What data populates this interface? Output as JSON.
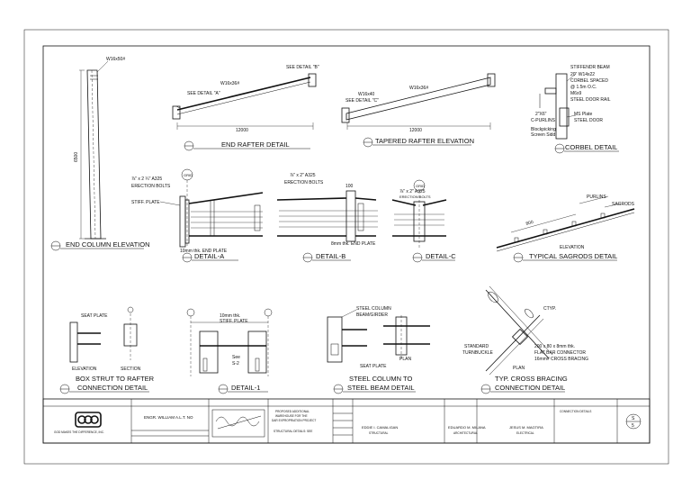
{
  "sheet": {
    "details": {
      "end_column_elevation": {
        "title": "END COLUMN ELEVATION",
        "member": "W16x50#",
        "height": "6500"
      },
      "end_rafter_detail": {
        "title": "END RAFTER DETAIL",
        "member": "W16x36#",
        "span": "12000",
        "ref_a": "SEE DETAIL \"A\"",
        "ref_b": "SEE DETAIL \"B\""
      },
      "tapered_rafter": {
        "title": "TAPERED RAFTER ELEVATION",
        "member": "W16x36#",
        "member2": "W16x40",
        "span": "12000",
        "ref_c": "SEE DETAIL \"C\""
      },
      "corbel_detail": {
        "title": "CORBEL DETAIL",
        "notes": [
          "STIFFENDR BEAM",
          "20\" W14x22",
          "CORBEL SPACED",
          "@ 1.5m O.C.",
          "M6x9",
          "STEEL DOOR RAIL",
          "2\"X6\"",
          "C-PURLINS",
          "MS Plate",
          "STEEL DOOR",
          "Blockpicking",
          "Screen Sidd"
        ]
      },
      "detail_a": {
        "title": "DETAIL-A",
        "bolts": "⅞\" x 2 ¼\" A325",
        "bolts2": "ERECTION BOLTS",
        "stiff": "STIFF. PLATE",
        "plate": "10mm thk. END PLATE",
        "grid": "GRID"
      },
      "detail_b": {
        "title": "DETAIL-B",
        "bolts": "⅞\" x 2\" A325",
        "bolts2": "ERECTION BOLTS",
        "plate": "8mm thk. END PLATE",
        "dim": "100"
      },
      "detail_c": {
        "title": "DETAIL-C",
        "bolts": "⅞\" x 2\" A325",
        "bolts2": "ERECTION BOLTS",
        "grid": "GRID"
      },
      "sagrods": {
        "title": "TYPICAL SAGRODS DETAIL",
        "purlins": "PURLINS",
        "sagrods": "SAGRODS",
        "spacing": "800",
        "elevation": "ELEVATION"
      },
      "box_strut": {
        "title1": "BOX STRUT TO RAFTER",
        "title2": "CONNECTION DETAIL",
        "seat": "SEAT PLATE",
        "elevation": "ELEVATION",
        "section": "SECTION"
      },
      "detail_1": {
        "title": "DETAIL-1",
        "plate": "10mm thk.",
        "stiff": "STIFF. PLATE",
        "see": "See",
        "see2": "S-2"
      },
      "steel_column": {
        "title1": "STEEL COLUMN TO",
        "title2": "STEEL BEAM DETAIL",
        "col": "STEEL COLUMN",
        "beam": "BEAM/GIRDER",
        "seat": "SEAT PLATE",
        "plan": "PLAN"
      },
      "cross_bracing": {
        "title1": "TYP. CROSS BRACING",
        "title2": "CONNECTION DETAIL",
        "std": "STANDARD",
        "turn": "TURNBUCKLE",
        "conn": "200 x 80 x 8mm thk.",
        "conn2": "FLAT BAR CONNECTOR",
        "brace": "16mm# CROSS BRACING",
        "plan": "PLAN",
        "ctyp": "CTYP."
      }
    },
    "title_block": {
      "company": "GOD MAKES THE DIFFERENCE, INC.",
      "engineer": "ENGR. WILLIAM A.L.T. NO",
      "project_lines": [
        "PROPOSED ADDITIONAL",
        "WAREHOUSE FOR THE",
        "DAR EXPROPRIATION PROJECT"
      ],
      "sheet_content": "STRUCTURAL DETAILS: SEE",
      "names": [
        "EDDIE I. CAMALIGAN",
        "EDUARDO M. MILANA",
        "JESUS M. MAGTIRA"
      ],
      "roles": [
        "STRUCTURAL",
        "ARCHITECTURAL",
        "ELECTRICAL"
      ],
      "sheet_title": "CONNECTION DETAILS",
      "sheet_no": "S",
      "sheet_total": "5"
    }
  }
}
